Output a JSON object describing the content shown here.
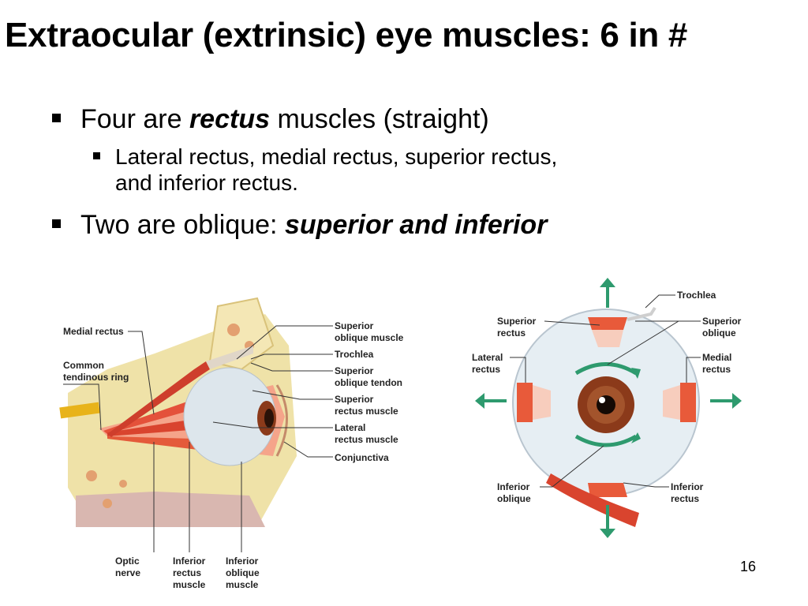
{
  "slide": {
    "title": "Extraocular (extrinsic) eye muscles: 6 in #",
    "bullet1": {
      "prefix": "Four are ",
      "emph": "rectus",
      "suffix": " muscles (straight)"
    },
    "bullet1_sub": {
      "line1": "Lateral rectus, medial rectus, superior rectus,",
      "line2": "and inferior rectus."
    },
    "bullet2": {
      "prefix": "Two are oblique: ",
      "emph": "superior and inferior"
    },
    "page_number": "16"
  },
  "side_view_labels": {
    "medial_rectus": "Medial rectus",
    "common_ring": [
      "Common",
      "tendinous ring"
    ],
    "superior_oblique_muscle": [
      "Superior",
      "oblique muscle"
    ],
    "trochlea": "Trochlea",
    "superior_oblique_tendon": [
      "Superior",
      "oblique tendon"
    ],
    "superior_rectus_muscle": [
      "Superior",
      "rectus muscle"
    ],
    "lateral_rectus_muscle": [
      "Lateral",
      "rectus muscle"
    ],
    "conjunctiva": "Conjunctiva",
    "optic_nerve": [
      "Optic",
      "nerve"
    ],
    "inferior_rectus_muscle": [
      "Inferior",
      "rectus",
      "muscle"
    ],
    "inferior_oblique_muscle": [
      "Inferior",
      "oblique",
      "muscle"
    ]
  },
  "front_view_labels": {
    "trochlea": "Trochlea",
    "superior_rectus": [
      "Superior",
      "rectus"
    ],
    "superior_oblique": [
      "Superior",
      "oblique"
    ],
    "lateral_rectus": [
      "Lateral",
      "rectus"
    ],
    "medial_rectus": [
      "Medial",
      "rectus"
    ],
    "inferior_oblique": [
      "Inferior",
      "oblique"
    ],
    "inferior_rectus": [
      "Inferior",
      "rectus"
    ]
  },
  "colors": {
    "muscle": "#e85a3a",
    "arrow": "#2e9a6e",
    "iris": "#8b3a1a",
    "bone": "#e8d690"
  }
}
